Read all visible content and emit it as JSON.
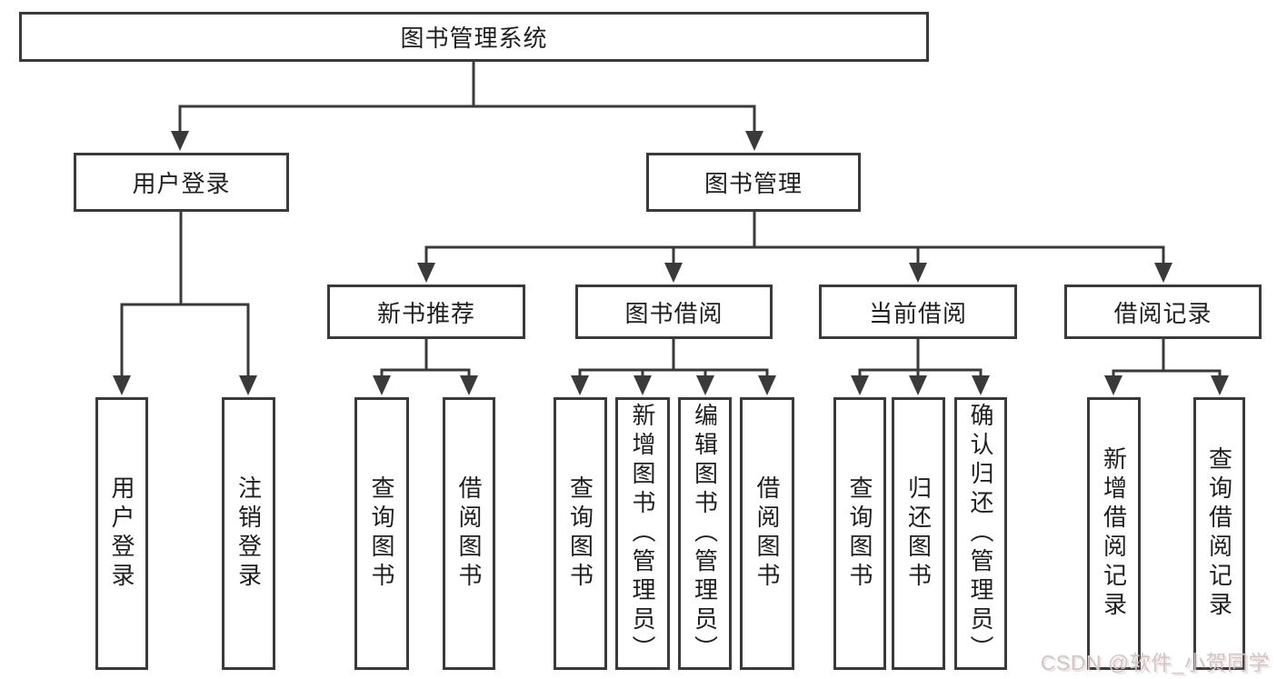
{
  "diagram": {
    "root": {
      "label": "图书管理系统"
    },
    "branches": [
      {
        "label": "用户登录",
        "children": [
          {
            "label": "用户登录"
          },
          {
            "label": "注销登录"
          }
        ]
      },
      {
        "label": "图书管理",
        "groups": [
          {
            "label": "新书推荐",
            "children": [
              {
                "label": "查询图书"
              },
              {
                "label": "借阅图书"
              }
            ]
          },
          {
            "label": "图书借阅",
            "children": [
              {
                "label": "查询图书"
              },
              {
                "label": "新增图书（管理员）"
              },
              {
                "label": "编辑图书（管理员）"
              },
              {
                "label": "借阅图书"
              }
            ]
          },
          {
            "label": "当前借阅",
            "children": [
              {
                "label": "查询图书"
              },
              {
                "label": "归还图书"
              },
              {
                "label": "确认归还（管理员）"
              }
            ]
          },
          {
            "label": "借阅记录",
            "children": [
              {
                "label": "新增借阅记录"
              },
              {
                "label": "查询借阅记录"
              }
            ]
          }
        ]
      }
    ]
  },
  "watermark": {
    "text": "CSDN @软件_小贺同学"
  },
  "colors": {
    "line": "#3a3a3a",
    "text": "#1f1f1f",
    "background": "#ffffff",
    "watermark": "#c9c9c9"
  }
}
